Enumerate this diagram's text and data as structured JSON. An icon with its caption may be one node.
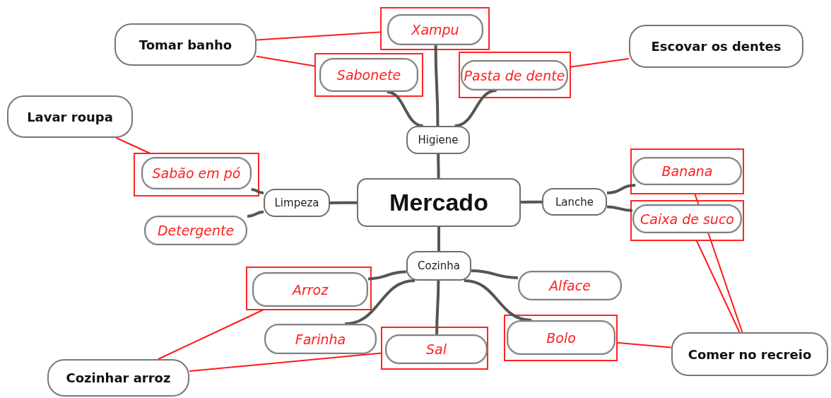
{
  "diagram": {
    "nodes": [
      {
        "text": [
          "Mercado"
        ]
      },
      {
        "text": [
          "Higiene"
        ]
      },
      {
        "text": [
          "Xampu"
        ]
      },
      {
        "text": [
          "Sabonete"
        ]
      },
      {
        "text": [
          "Pasta de dente"
        ]
      },
      {
        "text": [
          "Limpeza"
        ]
      },
      {
        "text": [
          "Sabão em pó"
        ]
      },
      {
        "text": [
          "Detergente"
        ]
      },
      {
        "text": [
          "Lanche"
        ]
      },
      {
        "text": [
          "Banana"
        ]
      },
      {
        "text": [
          "Caixa de suco"
        ]
      },
      {
        "text": [
          "Cozinha"
        ]
      },
      {
        "text": [
          "Arroz"
        ]
      },
      {
        "text": [
          "Alface"
        ]
      },
      {
        "text": [
          "Farinha"
        ]
      },
      {
        "text": [
          "Sal"
        ]
      },
      {
        "text": [
          "Bolo"
        ]
      },
      {
        "text": [
          "Tomar banho"
        ]
      },
      {
        "text": [
          "Escovar os dentes"
        ]
      },
      {
        "text": [
          "Lavar roupa"
        ]
      },
      {
        "text": [
          "Cozinhar arroz"
        ]
      },
      {
        "text": [
          "Comer no recreio"
        ]
      }
    ],
    "edges": [
      {
        "from": 0,
        "to": 1,
        "arrow": "none"
      },
      {
        "from": 1,
        "to": 2,
        "arrow": "none"
      },
      {
        "from": 1,
        "to": 3,
        "arrow": "none"
      },
      {
        "from": 1,
        "to": 4,
        "arrow": "none"
      },
      {
        "from": 0,
        "to": 5,
        "arrow": "none"
      },
      {
        "from": 5,
        "to": 6,
        "arrow": "none"
      },
      {
        "from": 5,
        "to": 7,
        "arrow": "none"
      },
      {
        "from": 0,
        "to": 8,
        "arrow": "none"
      },
      {
        "from": 8,
        "to": 9,
        "arrow": "none"
      },
      {
        "from": 8,
        "to": 10,
        "arrow": "none"
      },
      {
        "from": 0,
        "to": 11,
        "arrow": "none"
      },
      {
        "from": 11,
        "to": 12,
        "arrow": "none"
      },
      {
        "from": 11,
        "to": 14,
        "arrow": "none"
      },
      {
        "from": 11,
        "to": 15,
        "arrow": "none"
      },
      {
        "from": 11,
        "to": 13,
        "arrow": "none"
      },
      {
        "from": 11,
        "to": 16,
        "arrow": "none"
      },
      {
        "from": 17,
        "to": 2,
        "arrow": "none",
        "color": "#ff1a1a"
      },
      {
        "from": 17,
        "to": 3,
        "arrow": "none",
        "color": "#ff1a1a"
      },
      {
        "from": 18,
        "to": 4,
        "arrow": "none",
        "color": "#ff1a1a"
      },
      {
        "from": 19,
        "to": 6,
        "arrow": "none",
        "color": "#ff1a1a"
      },
      {
        "from": 20,
        "to": 12,
        "arrow": "none",
        "color": "#ff1a1a"
      },
      {
        "from": 20,
        "to": 15,
        "arrow": "none",
        "color": "#ff1a1a"
      },
      {
        "from": 21,
        "to": 16,
        "arrow": "none",
        "color": "#ff1a1a"
      },
      {
        "from": 21,
        "to": 9,
        "arrow": "none",
        "color": "#ff1a1a"
      },
      {
        "from": 21,
        "to": 10,
        "arrow": "none",
        "color": "#ff1a1a"
      }
    ]
  }
}
